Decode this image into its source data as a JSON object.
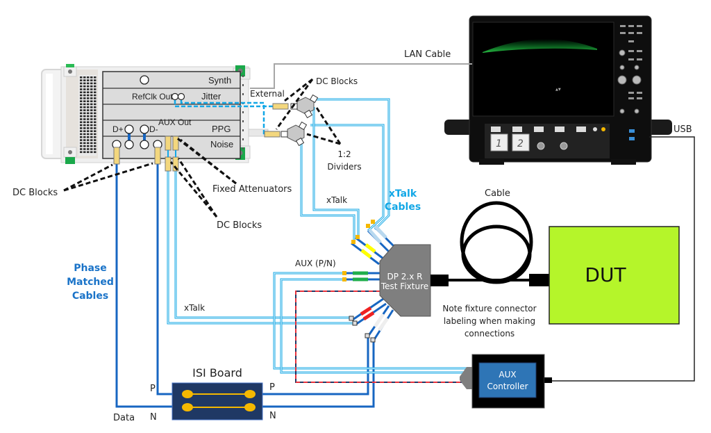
{
  "diagram": {
    "title": "DisplayPort 2.x Receiver Test Setup",
    "instruments": {
      "signal_generator": {
        "modules": {
          "synth": "Synth",
          "jitter": "Jitter",
          "refclk_out": "RefClk Out",
          "aux_out": "AUX Out",
          "ppg": "PPG",
          "noise": "Noise",
          "d_plus": "D+",
          "d_minus": "D-"
        }
      },
      "oscilloscope": {
        "channel_1": "1",
        "channel_2": "2"
      }
    },
    "labels": {
      "lan_cable": "LAN  Cable",
      "usb": "USB",
      "external": "External",
      "dc_blocks_top": "DC Blocks",
      "dividers_line1": "1:2",
      "dividers_line2": "Dividers",
      "dc_blocks_left": "DC Blocks",
      "fixed_attenuators": "Fixed Attenuators",
      "dc_blocks_mid": "DC Blocks",
      "xtalk_upper": "xTalk",
      "xtalk_cables_line1": "xTalk",
      "xtalk_cables_line2": "Cables",
      "cable": "Cable",
      "phase_matched_line1": "Phase",
      "phase_matched_line2": "Matched",
      "phase_matched_line3": "Cables",
      "aux_pn": "AUX (P/N)",
      "xtalk_lower": "xTalk",
      "fixture_line1": "DP 2.x R",
      "fixture_line2": "Test Fixture",
      "note_line1": "Note fixture  connector",
      "note_line2": "labeling when making",
      "note_line3": "connections",
      "dut": "DUT",
      "isi_board": "ISI Board",
      "isi_p_left": "P",
      "isi_n_left": "N",
      "isi_p_right": "P",
      "isi_n_right": "N",
      "data": "Data",
      "aux_controller_line1": "AUX",
      "aux_controller_line2": "Controller"
    },
    "colors": {
      "dut_fill": "#b5f52a",
      "isi_board_fill": "#1f3864",
      "aux_controller_fill": "#2e75b6",
      "xtalk_cable": "#12a7e6",
      "data_cable": "#1766c2",
      "fixture_fill": "#7f7f7f"
    }
  }
}
